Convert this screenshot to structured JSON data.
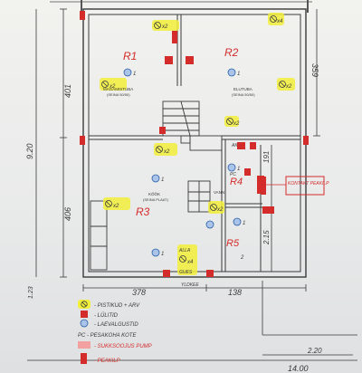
{
  "rooms": {
    "r1": {
      "code": "R1",
      "name": "MAGAMISTUBA",
      "subtitle": "(SEINA 50/50)"
    },
    "r2": {
      "code": "R2",
      "name": "ELUTUBA",
      "subtitle": "(SEINA 50/50)"
    },
    "r3": {
      "code": "R3",
      "name": "KÖÖK",
      "subtitle": "(SEINA PLAAT)"
    },
    "r4": {
      "code": "R4",
      "tag": "VANNI"
    },
    "r5": {
      "code": "R5"
    }
  },
  "dimensions": {
    "left_upper": "401",
    "left_lower": "406",
    "left_total": "9.20",
    "right_upper": "359",
    "right_mid": "191",
    "right_lower": "2.15",
    "bottom_left": "378",
    "bottom_right": "138",
    "bottom_total": "14.00",
    "bottom_stub": "2.20",
    "left_small": "1.23"
  },
  "outlet_labels": [
    "x2",
    "x4",
    "x2",
    "x2",
    "x2",
    "x2",
    "x2",
    "x4",
    "x2"
  ],
  "markers": [
    "1",
    "1",
    "1",
    "1",
    "1",
    "1",
    "2"
  ],
  "annotations": {
    "kontakt_note": "KONTAKT PEAKILP",
    "alla_note": "ALLA",
    "gues_note": "GUES",
    "yldpage": "YLDKEE",
    "pc_label": "PC",
    "ak_label": "AK"
  },
  "legend": {
    "items": [
      {
        "symbol": "outlet",
        "text": "- PISTIKUD + ARV"
      },
      {
        "symbol": "switch",
        "text": "- LÜLITID"
      },
      {
        "symbol": "lamp",
        "text": "- LAEVALGUSTID"
      },
      {
        "symbol": "pc",
        "text": "PC - PESAKOHA KOTE"
      },
      {
        "symbol": "pump",
        "text": "- SUKKSOOJUS PUMP"
      },
      {
        "symbol": "panel",
        "text": "- PEAKILP"
      }
    ]
  },
  "colors": {
    "paper": "#eeeeec",
    "ink": "#3a3a3a",
    "red": "#d42b2b",
    "highlight": "#f2ef3a",
    "blue": "#2d5fa8"
  }
}
